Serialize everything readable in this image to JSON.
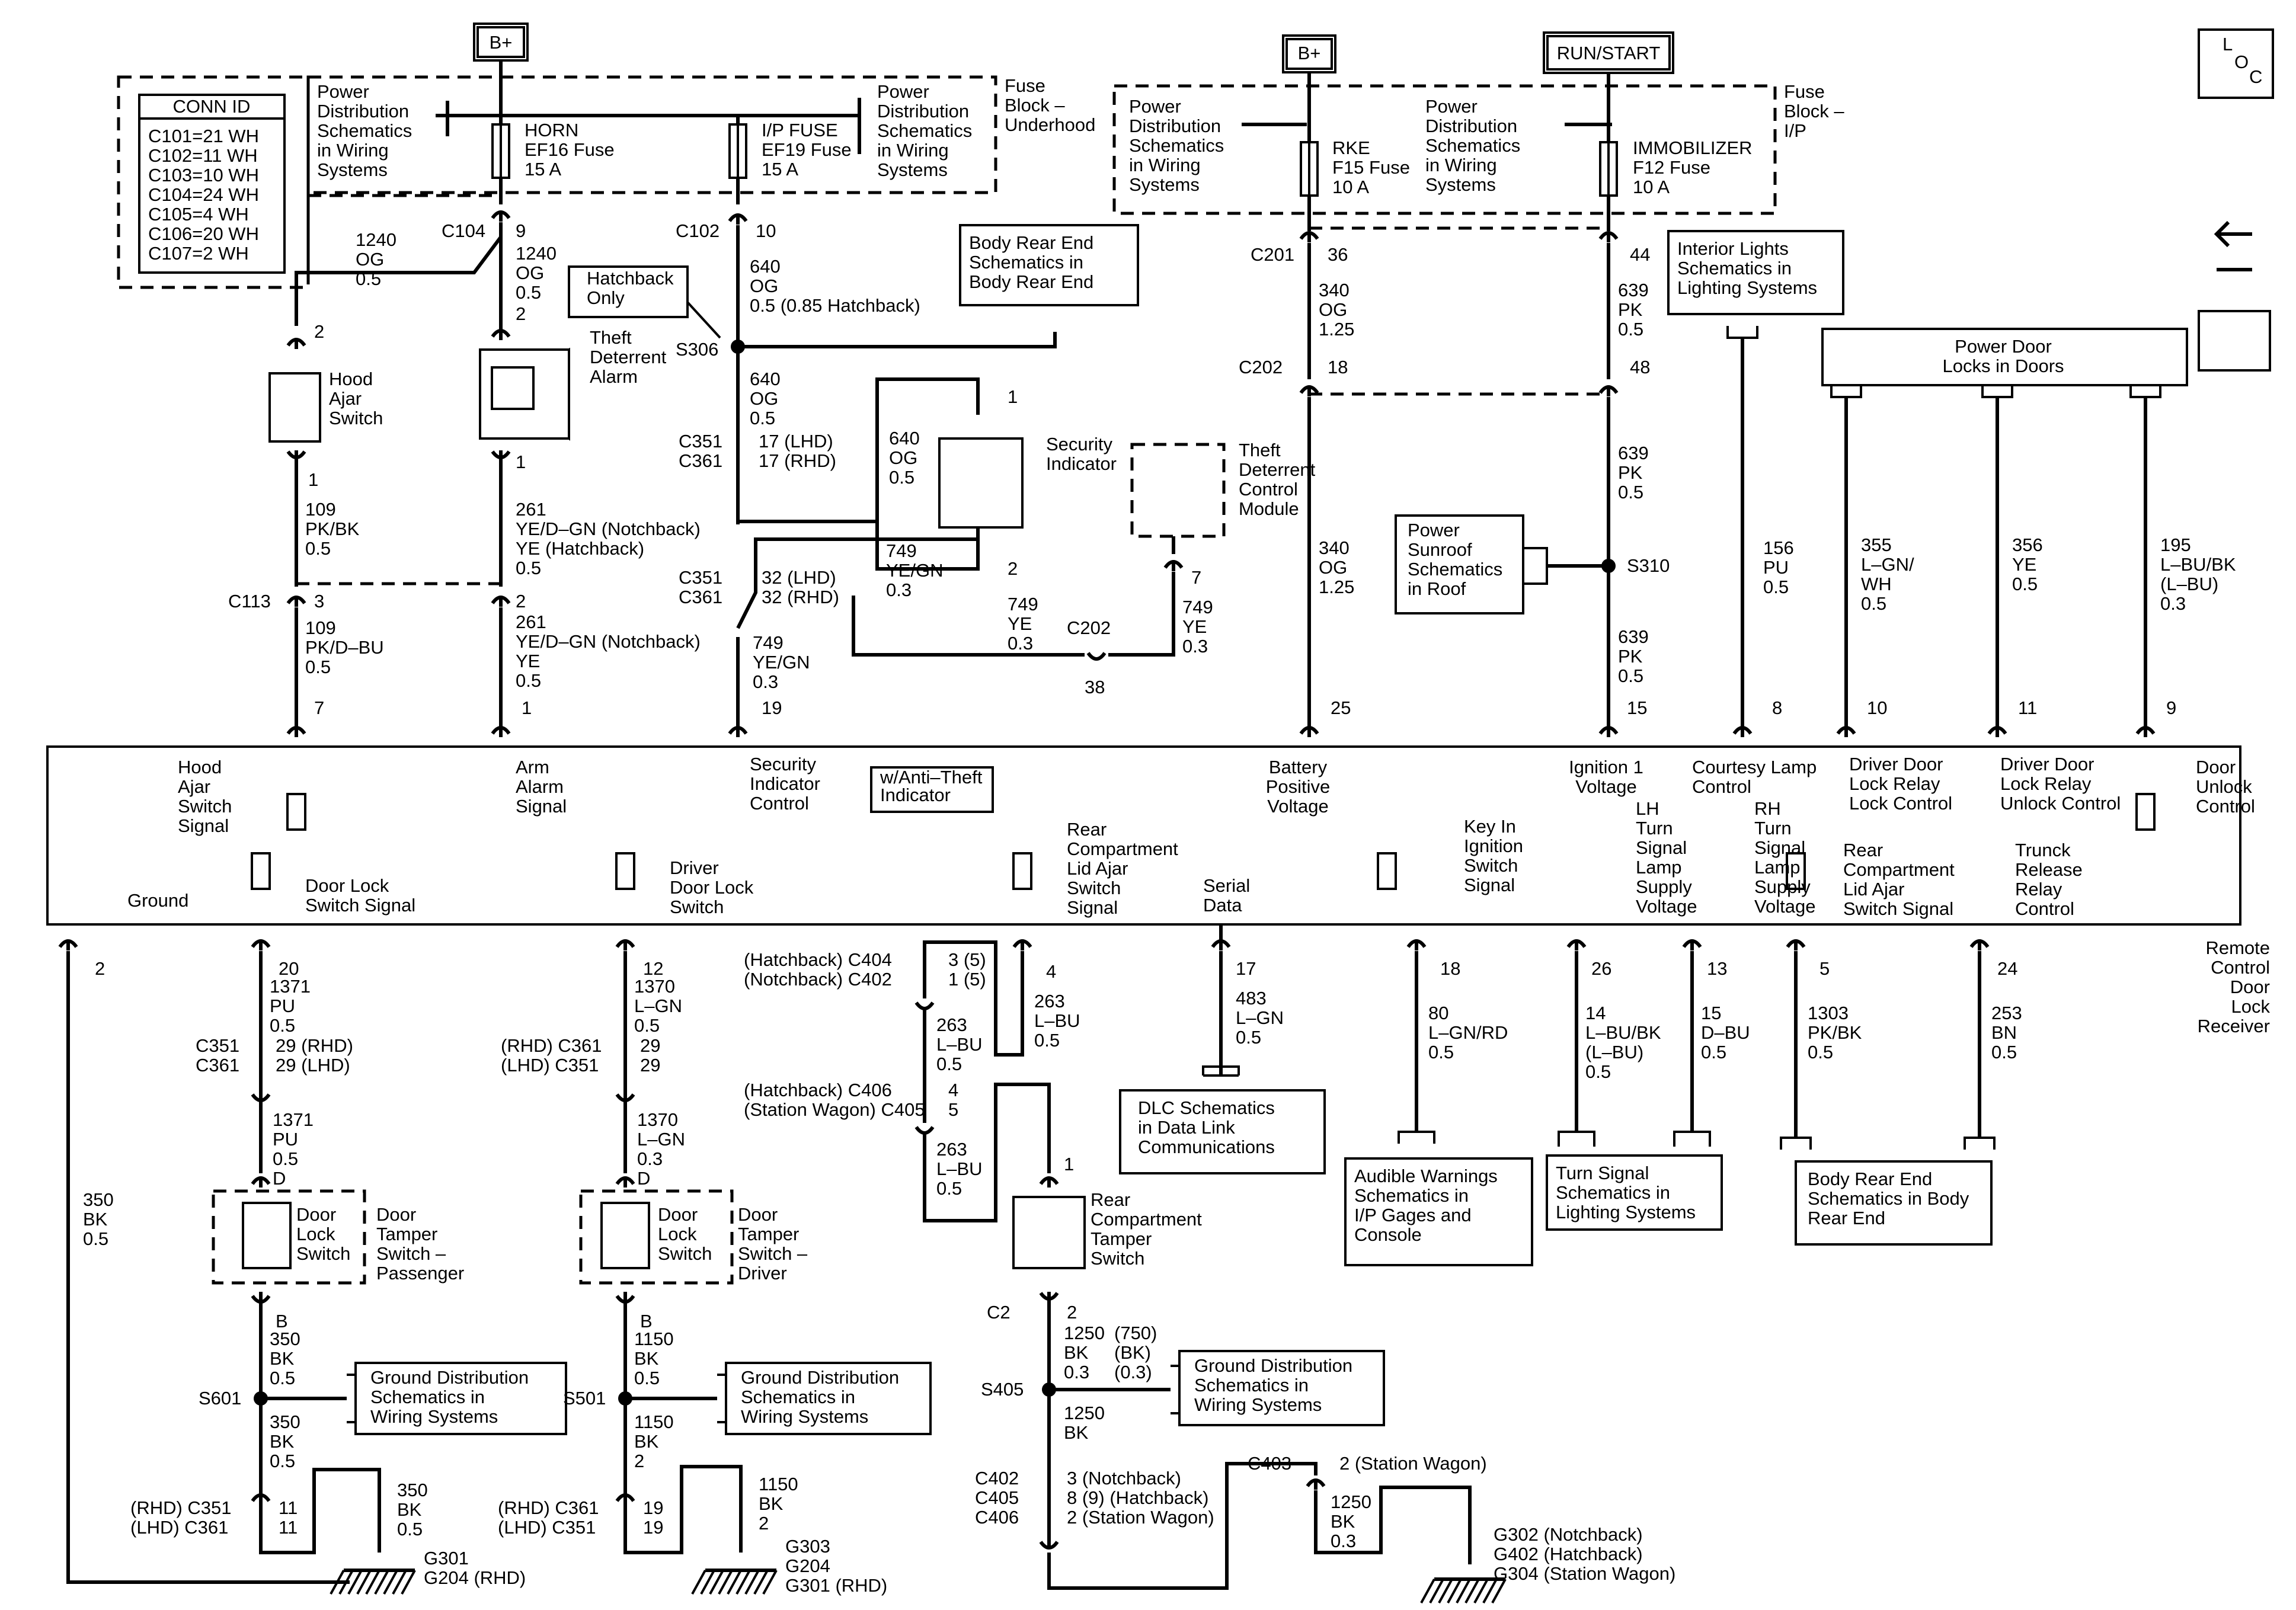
{
  "power": {
    "bplus": "B+",
    "run_start": "RUN/START",
    "loc_top": "L",
    "loc_mid": "O",
    "loc_bot": "C"
  },
  "conn_id": {
    "title": "CONN ID",
    "rows": [
      "C101=21 WH",
      "C102=11 WH",
      "C103=10 WH",
      "C104=24 WH",
      "C105=4 WH",
      "C106=20 WH",
      "C107=2 WH"
    ]
  },
  "fuse_block_underhood": [
    "Fuse",
    "Block –",
    "Underhood"
  ],
  "fuse_block_ip": [
    "Fuse",
    "Block –",
    "I/P"
  ],
  "pds": [
    "Power",
    "Distribution",
    "Schematics",
    "in Wiring",
    "Systems"
  ],
  "horn_fuse": [
    "HORN",
    "EF16 Fuse",
    "15 A"
  ],
  "ip_fuse": [
    "I/P FUSE",
    "EF19 Fuse",
    "15 A"
  ],
  "rke_fuse": [
    "RKE",
    "F15 Fuse",
    "10 A"
  ],
  "immob_fuse": [
    "IMMOBILIZER",
    "F12 Fuse",
    "10 A"
  ],
  "refs": {
    "body_rear_end": [
      "Body Rear End",
      "Schematics in",
      "Body Rear End"
    ],
    "interior_lights": [
      "Interior Lights",
      "Schematics in",
      "Lighting Systems"
    ],
    "power_door_locks": [
      "Power Door",
      "Locks in Doors"
    ],
    "hatchback_only": [
      "Hatchback",
      "Only"
    ],
    "power_sunroof": [
      "Power",
      "Sunroof",
      "Schematics",
      "in Roof"
    ],
    "w_anti_theft": [
      "w/Anti–Theft",
      "Indicator"
    ],
    "dlc": [
      "DLC Schematics",
      "in Data Link",
      "Communications"
    ],
    "audible": [
      "Audible Warnings",
      "Schematics in",
      "I/P Gages and",
      "Console"
    ],
    "turn_signal": [
      "Turn Signal",
      "Schematics in",
      "Lighting Systems"
    ],
    "body_rear_end2": [
      "Body Rear End",
      "Schematics in Body",
      "Rear End"
    ],
    "ground_dist": [
      "Ground Distribution",
      "Schematics in",
      "Wiring Systems"
    ]
  },
  "components": {
    "hood_ajar": [
      "Hood",
      "Ajar",
      "Switch"
    ],
    "theft_alarm": [
      "Theft",
      "Deterrent",
      "Alarm"
    ],
    "security_indicator": [
      "Security",
      "Indicator"
    ],
    "tdcm": [
      "Theft",
      "Deterrent",
      "Control",
      "Module"
    ],
    "door_lock_sw": [
      "Door",
      "Lock",
      "Switch"
    ],
    "tamper_pass": [
      "Door",
      "Tamper",
      "Switch –",
      "Passenger"
    ],
    "tamper_driver": [
      "Door",
      "Tamper",
      "Switch –",
      "Driver"
    ],
    "rear_tamper": [
      "Rear",
      "Compartment",
      "Tamper",
      "Switch"
    ]
  },
  "module": {
    "name": [
      "Remote",
      "Control",
      "Door",
      "Lock",
      "Receiver"
    ],
    "hood_ajar_sig": [
      "Hood",
      "Ajar",
      "Switch",
      "Signal"
    ],
    "arm_alarm": [
      "Arm",
      "Alarm",
      "Signal"
    ],
    "sec_ind_ctrl": [
      "Security",
      "Indicator",
      "Control"
    ],
    "battery_pos": [
      "Battery",
      "Positive",
      "Voltage"
    ],
    "ign1": [
      "Ignition 1",
      "Voltage"
    ],
    "courtesy": [
      "Courtesy Lamp",
      "Control"
    ],
    "dd_lock": [
      "Driver Door",
      "Lock Relay",
      "Lock Control"
    ],
    "dd_unlock": [
      "Driver Door",
      "Lock Relay",
      "Unlock Control"
    ],
    "door_unlock": [
      "Door",
      "Unlock",
      "Control"
    ],
    "ground": "Ground",
    "door_lock_sig": [
      "Door Lock",
      "Switch Signal"
    ],
    "driver_dl_sw": [
      "Driver",
      "Door Lock",
      "Switch"
    ],
    "rear_lid": [
      "Rear",
      "Compartment",
      "Lid Ajar",
      "Switch",
      "Signal"
    ],
    "serial": [
      "Serial",
      "Data"
    ],
    "key_in": [
      "Key In",
      "Ignition",
      "Switch",
      "Signal"
    ],
    "lh_turn": [
      "LH",
      "Turn",
      "Signal",
      "Lamp",
      "Supply",
      "Voltage"
    ],
    "rh_turn": [
      "RH",
      "Turn",
      "Signal",
      "Lamp",
      "Supply",
      "Voltage"
    ],
    "rear_lid2": [
      "Rear",
      "Compartment",
      "Lid Ajar",
      "Switch Signal"
    ],
    "trunk": [
      "Trunck",
      "Release",
      "Relay",
      "Control"
    ]
  },
  "wire_labels": {
    "c104": "C104",
    "c102": "C102",
    "c201": "C201",
    "c202": "C202",
    "c113": "C113",
    "c202b": "C202",
    "p1240a": [
      "1240",
      "OG",
      "0.5"
    ],
    "p9": "9",
    "p1240b": [
      "1240",
      "OG",
      "0.5"
    ],
    "p2a": "2",
    "p10": "10",
    "p640a": [
      "640",
      "OG",
      "0.5 (0.85 Hatchback)"
    ],
    "s306": "S306",
    "p640b": [
      "640",
      "OG",
      "0.5"
    ],
    "c351a": [
      "C351",
      "C361"
    ],
    "lhd17": [
      "17 (LHD)",
      "17 (RHD)"
    ],
    "p640c": [
      "640",
      "OG",
      "0.5"
    ],
    "p36": "36",
    "p340a": [
      "340",
      "OG",
      "1.25"
    ],
    "p18": "18",
    "p44": "44",
    "p639a": [
      "639",
      "PK",
      "0.5"
    ],
    "p48": "48",
    "p639b": [
      "639",
      "PK",
      "0.5"
    ],
    "s310": "S310",
    "p639c": [
      "639",
      "PK",
      "0.5"
    ],
    "p2b": "2",
    "p1a": "1",
    "p109a": [
      "109",
      "PK/BK",
      "0.5"
    ],
    "p3": "3",
    "p109b": [
      "109",
      "PK/D–BU",
      "0.5"
    ],
    "p7a": "7",
    "p1b": "1",
    "p261a": [
      "261",
      "YE/D–GN (Notchback)",
      "YE (Hatchback)",
      "0.5"
    ],
    "p2c": "2",
    "p261b": [
      "261",
      "YE/D–GN (Notchback)",
      "YE",
      "0.5"
    ],
    "p1c": "1",
    "c351b": [
      "C351",
      "C361"
    ],
    "lhd32": [
      "32 (LHD)",
      "32 (RHD)"
    ],
    "p749a": [
      "749",
      "YE/GN",
      "0.3"
    ],
    "p19": "19",
    "p749b": [
      "749",
      "YE/GN",
      "0.3"
    ],
    "p749c": [
      "749",
      "YE",
      "0.3"
    ],
    "p749d": [
      "749",
      "YE",
      "0.3"
    ],
    "p38": "38",
    "p7b": "7",
    "p1d": "1",
    "p2d": "2",
    "p340b": [
      "340",
      "OG",
      "1.25"
    ],
    "p25": "25",
    "p15": "15",
    "p8": "8",
    "p156": [
      "156",
      "PU",
      "0.5"
    ],
    "p355": [
      "355",
      "L–GN/",
      "WH",
      "0.5"
    ],
    "p10b": "10",
    "p356": [
      "356",
      "YE",
      "0.5"
    ],
    "p11": "11",
    "p195": [
      "195",
      "L–BU/BK",
      "(L–BU)",
      "0.3"
    ],
    "p9b": "9",
    "p2e": "2",
    "p350a": [
      "350",
      "BK",
      "0.5"
    ],
    "p20": "20",
    "p1371a": [
      "1371",
      "PU",
      "0.5"
    ],
    "c351c": [
      "C351",
      "C361"
    ],
    "rhd29": [
      "29 (RHD)",
      "29 (LHD)"
    ],
    "p1371b": [
      "1371",
      "PU",
      "0.5",
      "D"
    ],
    "b1": "B",
    "p350b": [
      "350",
      "BK",
      "0.5"
    ],
    "s601": "S601",
    "p350c": [
      "350",
      "BK",
      "0.5"
    ],
    "c351d": [
      "(RHD) C351",
      "(LHD) C361"
    ],
    "p11b": [
      "11",
      "11"
    ],
    "p350d": [
      "350",
      "BK",
      "0.5"
    ],
    "g301": [
      "G301",
      "G204 (RHD)"
    ],
    "p12": "12",
    "p1370a": [
      "1370",
      "L–GN",
      "0.5"
    ],
    "c361a": [
      "(RHD) C361",
      "(LHD) C351"
    ],
    "p29": [
      "29",
      "29"
    ],
    "p1370b": [
      "1370",
      "L–GN",
      "0.3",
      "D"
    ],
    "b2": "B",
    "p1150a": [
      "1150",
      "BK",
      "0.5"
    ],
    "s501": "S501",
    "p1150b": [
      "1150",
      "BK",
      "2"
    ],
    "c361b": [
      "(RHD) C361",
      "(LHD) C351"
    ],
    "p19b": [
      "19",
      "19"
    ],
    "p1150c": [
      "1150",
      "BK",
      "2"
    ],
    "g303": [
      "G303",
      "G204",
      "G301 (RHD)"
    ],
    "c404": [
      "(Hatchback) C404",
      "(Notchback) C402"
    ],
    "p35": [
      "3 (5)",
      "1 (5)"
    ],
    "p263a": [
      "263",
      "L–BU",
      "0.5"
    ],
    "c406": [
      "(Hatchback) C406",
      "(Station Wagon) C405"
    ],
    "p45": [
      "4",
      "5"
    ],
    "p263b": [
      "263",
      "L–BU",
      "0.5"
    ],
    "p4": "4",
    "p263c": [
      "263",
      "L–BU",
      "0.5"
    ],
    "p1e": "1",
    "c2": "C2",
    "p2f": "2",
    "p1250a": [
      "1250",
      "BK",
      "0.3"
    ],
    "p750": [
      "(750)",
      "(BK)",
      "(0.3)"
    ],
    "s405": "S405",
    "p1250b": [
      "1250",
      "BK"
    ],
    "c402": [
      "C402",
      "C405",
      "C406"
    ],
    "notch": [
      "3 (Notchback)",
      "8 (9) (Hatchback)",
      "2 (Station Wagon)"
    ],
    "c403": "C403",
    "p2sw": "2 (Station Wagon)",
    "p1250c": [
      "1250",
      "BK",
      "0.3"
    ],
    "g302": [
      "G302 (Notchback)",
      "G402 (Hatchback)",
      "G304 (Station Wagon)"
    ],
    "p17": "17",
    "p483": [
      "483",
      "L–GN",
      "0.5"
    ],
    "p18b": "18",
    "p80": [
      "80",
      "L–GN/RD",
      "0.5"
    ],
    "p26": "26",
    "p14": [
      "14",
      "L–BU/BK",
      "(L–BU)",
      "0.5"
    ],
    "p13": "13",
    "p15b": [
      "15",
      "D–BU",
      "0.5"
    ],
    "p5": "5",
    "p1303": [
      "1303",
      "PK/BK",
      "0.5"
    ],
    "p24": "24",
    "p253": [
      "253",
      "BN",
      "0.5"
    ]
  }
}
